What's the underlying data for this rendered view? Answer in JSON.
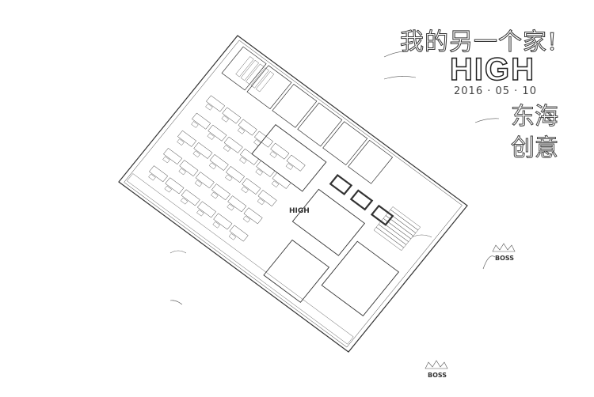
{
  "poster": {
    "title": "我的另一个家!",
    "logo": "HIGH",
    "date": "2016 · 05 · 10",
    "brand": "东海创意",
    "inner_sign": "HIGH",
    "boss_labels": [
      "BOSS",
      "BOSS"
    ]
  },
  "colors": {
    "ink": "#222222",
    "paper": "#ffffff",
    "accent": "#000000"
  }
}
